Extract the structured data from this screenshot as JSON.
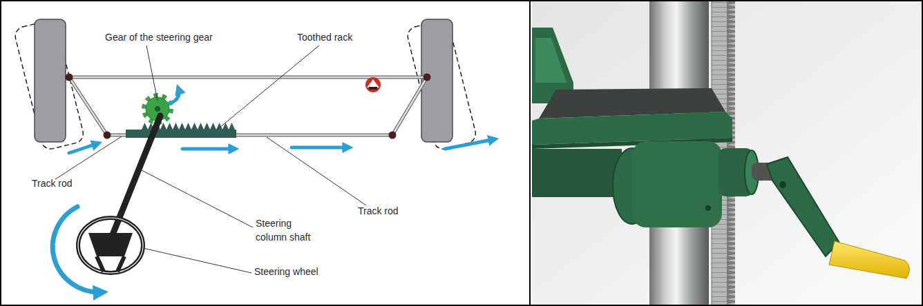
{
  "diagram": {
    "labels": [
      "Gear of the steering gear",
      "Toothed rack",
      "Track rod",
      "Steering column shaft",
      "Track rod",
      "Steering wheel"
    ]
  }
}
